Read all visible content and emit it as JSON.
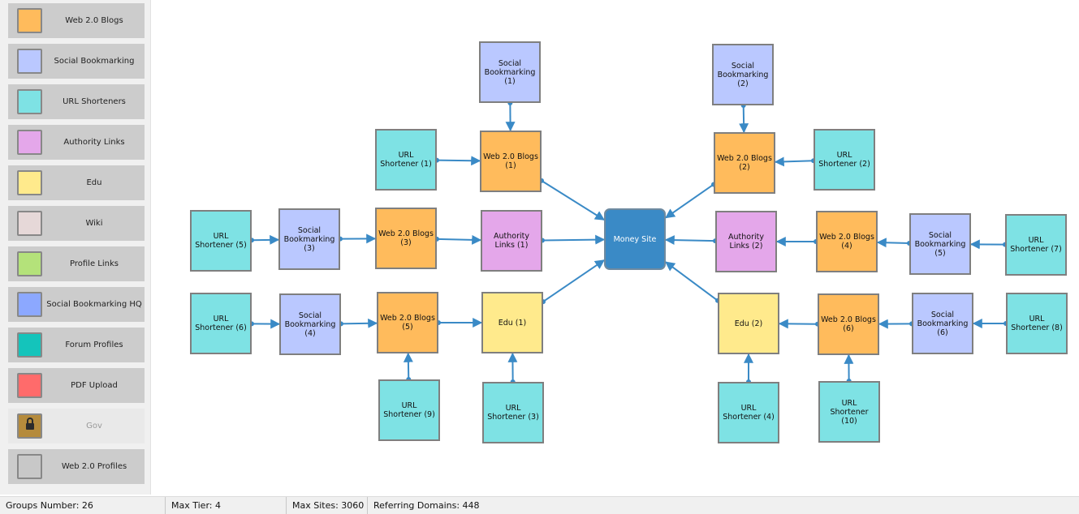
{
  "colors": {
    "web20": "#ffbb5c",
    "social": "#bac8ff",
    "shortener": "#7ee2e4",
    "authority": "#e4a7ea",
    "edu": "#ffea8c",
    "wiki": "#e6d8d8",
    "profile": "#b4e27a",
    "social_hq": "#8ca8ff",
    "forum": "#14c4bb",
    "pdf": "#ff6b6b",
    "gov": "#b58b3c",
    "web20_profiles": "#c8c8c8",
    "money": "#3a8ac6",
    "edge": "#3a8ac6"
  },
  "palette": [
    {
      "label": "Web 2.0 Blogs",
      "color": "#ffbb5c"
    },
    {
      "label": "Social Bookmarking",
      "color": "#bac8ff"
    },
    {
      "label": "URL Shorteners",
      "color": "#7ee2e4"
    },
    {
      "label": "Authority Links",
      "color": "#e4a7ea"
    },
    {
      "label": "Edu",
      "color": "#ffea8c"
    },
    {
      "label": "Wiki",
      "color": "#e6d8d8"
    },
    {
      "label": "Profile Links",
      "color": "#b4e27a"
    },
    {
      "label": "Social Bookmarking HQ",
      "color": "#8ca8ff"
    },
    {
      "label": "Forum Profiles",
      "color": "#14c4bb"
    },
    {
      "label": "PDF Upload",
      "color": "#ff6b6b"
    },
    {
      "label": "Gov",
      "color": "#b58b3c",
      "locked": true,
      "icon": "lock-icon"
    },
    {
      "label": "Web 2.0 Profiles",
      "color": "#c8c8c8"
    }
  ],
  "nodes": {
    "money": {
      "label": "Money Site",
      "type": "money"
    },
    "sb1": {
      "label": "Social Bookmarking (1)",
      "type": "social"
    },
    "sb2": {
      "label": "Social Bookmarking (2)",
      "type": "social"
    },
    "us1": {
      "label": "URL Shortener (1)",
      "type": "shortener"
    },
    "wb1": {
      "label": "Web 2.0 Blogs (1)",
      "type": "web20"
    },
    "wb2": {
      "label": "Web 2.0 Blogs (2)",
      "type": "web20"
    },
    "us2": {
      "label": "URL Shortener (2)",
      "type": "shortener"
    },
    "us5": {
      "label": "URL Shortener (5)",
      "type": "shortener"
    },
    "sb3": {
      "label": "Social Bookmarking (3)",
      "type": "social"
    },
    "wb3": {
      "label": "Web 2.0 Blogs (3)",
      "type": "web20"
    },
    "al1": {
      "label": "Authority Links (1)",
      "type": "authority"
    },
    "al2": {
      "label": "Authority Links (2)",
      "type": "authority"
    },
    "wb4": {
      "label": "Web 2.0 Blogs (4)",
      "type": "web20"
    },
    "sb5": {
      "label": "Social Bookmarking (5)",
      "type": "social"
    },
    "us7": {
      "label": "URL Shortener (7)",
      "type": "shortener"
    },
    "us6": {
      "label": "URL Shortener (6)",
      "type": "shortener"
    },
    "sb4": {
      "label": "Social Bookmarking (4)",
      "type": "social"
    },
    "wb5": {
      "label": "Web 2.0 Blogs (5)",
      "type": "web20"
    },
    "edu1": {
      "label": "Edu (1)",
      "type": "edu"
    },
    "edu2": {
      "label": "Edu (2)",
      "type": "edu"
    },
    "wb6": {
      "label": "Web 2.0 Blogs (6)",
      "type": "web20"
    },
    "sb6": {
      "label": "Social Bookmarking (6)",
      "type": "social"
    },
    "us8": {
      "label": "URL Shortener (8)",
      "type": "shortener"
    },
    "us9": {
      "label": "URL Shortener (9)",
      "type": "shortener"
    },
    "us3": {
      "label": "URL Shortener (3)",
      "type": "shortener"
    },
    "us4": {
      "label": "URL Shortener (4)",
      "type": "shortener"
    },
    "us10": {
      "label": "URL Shortener (10)",
      "type": "shortener"
    }
  },
  "edges": [
    [
      "sb1",
      "wb1"
    ],
    [
      "us1",
      "wb1"
    ],
    [
      "wb1",
      "money"
    ],
    [
      "sb2",
      "wb2"
    ],
    [
      "us2",
      "wb2"
    ],
    [
      "wb2",
      "money"
    ],
    [
      "us5",
      "sb3"
    ],
    [
      "sb3",
      "wb3"
    ],
    [
      "wb3",
      "al1"
    ],
    [
      "al1",
      "money"
    ],
    [
      "us7",
      "sb5"
    ],
    [
      "sb5",
      "wb4"
    ],
    [
      "wb4",
      "al2"
    ],
    [
      "al2",
      "money"
    ],
    [
      "us6",
      "sb4"
    ],
    [
      "sb4",
      "wb5"
    ],
    [
      "us9",
      "wb5"
    ],
    [
      "wb5",
      "edu1"
    ],
    [
      "us3",
      "edu1"
    ],
    [
      "edu1",
      "money"
    ],
    [
      "us8",
      "sb6"
    ],
    [
      "sb6",
      "wb6"
    ],
    [
      "us10",
      "wb6"
    ],
    [
      "wb6",
      "edu2"
    ],
    [
      "us4",
      "edu2"
    ],
    [
      "edu2",
      "money"
    ]
  ],
  "status": {
    "groups": "Groups Number: 26",
    "max_tier": "Max Tier: 4",
    "max_sites": "Max Sites: 3060",
    "referring_domains": "Referring Domains: 448"
  }
}
